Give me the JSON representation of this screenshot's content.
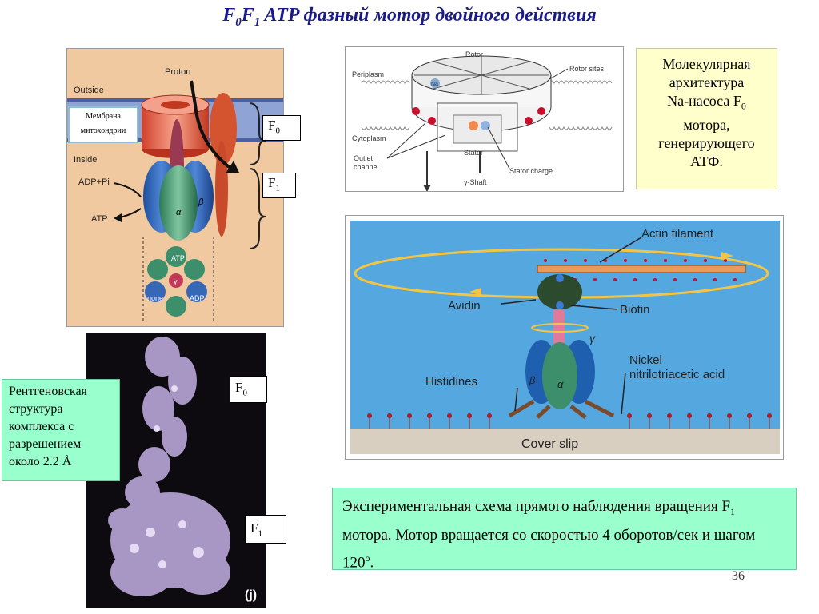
{
  "slide": {
    "title_prefix_a": "F",
    "title_sub_a": "0",
    "title_prefix_b": "F",
    "title_sub_b": "1",
    "title_rest": " ATP  фазный мотор двойного действия",
    "page_number": "36"
  },
  "fig_atp_synthase": {
    "proton": "Proton",
    "outside": "Outside",
    "inside": "Inside",
    "adp_pi": "ADP+Pi",
    "atp": "ATP",
    "alpha": "α",
    "beta": "β",
    "gamma": "γ",
    "ring_atp": "ATP",
    "ring_none": "none",
    "ring_adp": "ADP",
    "membrane_label_1": "Мембрана",
    "membrane_label_2": "митохондрии"
  },
  "f0_box_top": {
    "main": "F",
    "sub": "0"
  },
  "f1_box_top": {
    "main": "F",
    "sub": "1"
  },
  "fig_na_pump": {
    "rotor": "Rotor",
    "rotor_sites": "Rotor sites",
    "periplasm": "Periplasm",
    "cytoplasm": "Cytoplasm",
    "na": "Na",
    "outlet_1": "Outlet",
    "outlet_2": "channel",
    "stator": "Stator",
    "stator_charge": "Stator charge",
    "shaft": "γ-Shaft"
  },
  "note_na_pump": {
    "line1": "Молекулярная",
    "line2": "архитектура",
    "line3a": "Na-насоса  F",
    "line3sub": "0",
    "line4": "мотора,",
    "line5": "генерирующего",
    "line6": "АТФ."
  },
  "fig_rotation": {
    "actin": "Actin filament",
    "avidin": "Avidin",
    "biotin": "Biotin",
    "gamma": "γ",
    "nickel_1": "Nickel",
    "nickel_2": "nitrilotriacetic acid",
    "histidines": "Histidines",
    "beta": "β",
    "alpha": "α",
    "cover": "Cover slip"
  },
  "note_xray": {
    "text": "Рентгеновская структура комплекса с разрешением около 2.2 Å"
  },
  "f0_box_bottom": {
    "main": "F",
    "sub": "0"
  },
  "f1_box_bottom": {
    "main": "F",
    "sub": "1"
  },
  "xray_panel_tag": "(j)",
  "note_experiment": {
    "part1": "Экспериментальная схема прямого наблюдения вращения F",
    "sub": "1",
    "part2": " мотора. Мотор вращается со скоростью 4 оборотов/сек и шагом 120",
    "sup": "o",
    "part3": "."
  },
  "colors": {
    "title": "#1a1a8c",
    "note_green": "#99ffcc",
    "note_cream": "#ffffcc",
    "note_green_b": "#ccffcc",
    "water_blue": "#55a7df"
  }
}
